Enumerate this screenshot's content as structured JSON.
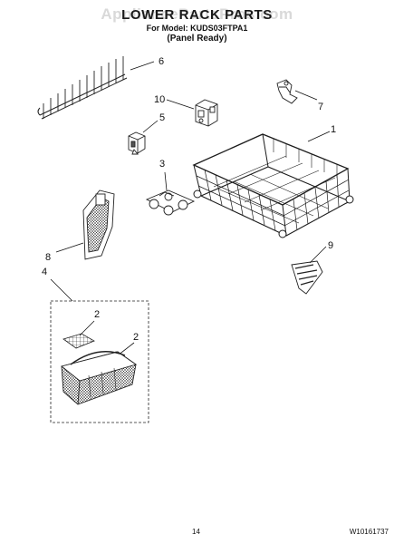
{
  "header": {
    "watermark": "AppliancePartsPros.com",
    "title": "LOWER RACK PARTS",
    "model_line": "For Model: KUDS03FTPA1",
    "edition": "(Panel Ready)"
  },
  "callouts": {
    "c1": "1",
    "c2a": "2",
    "c2b": "2",
    "c3": "3",
    "c4": "4",
    "c5": "5",
    "c6": "6",
    "c7": "7",
    "c8": "8",
    "c9": "9",
    "c10": "10"
  },
  "footer": {
    "page_number": "14",
    "document_number": "W10161737"
  }
}
